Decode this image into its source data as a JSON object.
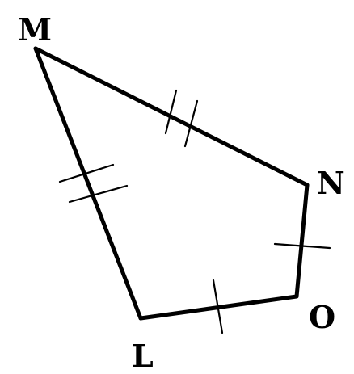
{
  "diagram": {
    "type": "quadrilateral",
    "vertices": {
      "M": "M",
      "N": "N",
      "O": "O",
      "L": "L"
    },
    "sides": [
      {
        "name": "MN",
        "tick_marks": 2
      },
      {
        "name": "NO",
        "tick_marks": 1
      },
      {
        "name": "OL",
        "tick_marks": 1
      },
      {
        "name": "LM",
        "tick_marks": 2
      }
    ],
    "colors": {
      "stroke": "#000000",
      "background": "#ffffff"
    }
  }
}
